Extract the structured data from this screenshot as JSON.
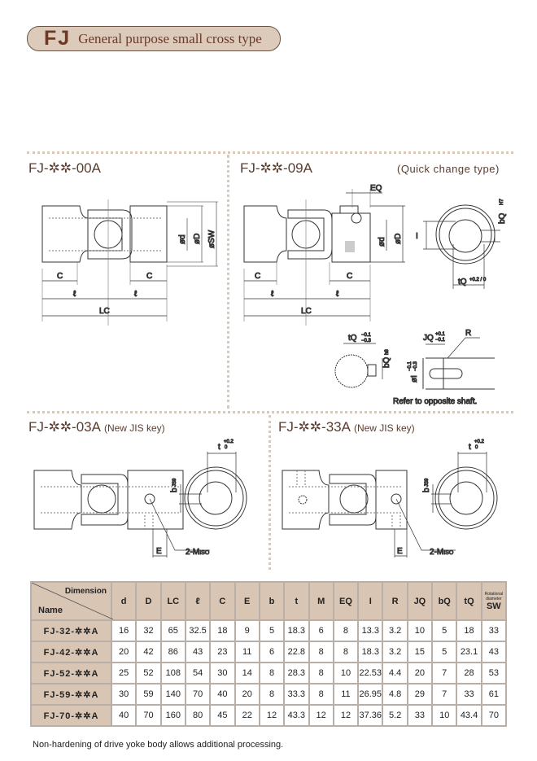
{
  "header": {
    "code": "FJ",
    "subtitle": "General purpose small cross type"
  },
  "sections": {
    "s00": {
      "title": "FJ-✲✲-00A"
    },
    "s09": {
      "title": "FJ-✲✲-09A",
      "note": "(Quick change type)"
    },
    "s03": {
      "title": "FJ-✲✲-03A",
      "note": "(New JIS key)"
    },
    "s33": {
      "title": "FJ-✲✲-33A",
      "note": "(New JIS key)"
    }
  },
  "labels": {
    "C": "C",
    "l": "ℓ",
    "LC": "LC",
    "d": "ød",
    "H7": "H7",
    "D": "øD",
    "SW": "øSW",
    "EQ": "EQ",
    "I": "I",
    "bQ": "bQ",
    "tQ": "tQ",
    "tQtol": "+0.2 / 0",
    "tQb": "tQ",
    "tQbtol_u": "−0.1",
    "tQbtol_l": "−0.3",
    "h8": "h8",
    "JQ": "JQ",
    "JQtol_u": "+0.1",
    "JQtol_l": "−0.1",
    "R": "R",
    "phiI": "øI",
    "ItolU": "−0.1",
    "ItolL": "−0.3",
    "refer": "Refer to opposite shaft.",
    "t": "t",
    "ttolU": "+0.2",
    "ttolL": "0",
    "b": "b",
    "JS9": "JS9",
    "E": "E",
    "M": "2-M",
    "ISO": "ISO",
    "zero": "0",
    "p02": "+0.2"
  },
  "table": {
    "corner_dimension": "Dimension",
    "corner_name": "Name",
    "columns": [
      "d",
      "D",
      "LC",
      "ℓ",
      "C",
      "E",
      "b",
      "t",
      "M",
      "EQ",
      "I",
      "R",
      "JQ",
      "bQ",
      "tQ"
    ],
    "sw_small": "Rotational diameter",
    "sw": "SW",
    "rows": [
      {
        "name": "FJ-32-✲✲A",
        "v": [
          "16",
          "32",
          "65",
          "32.5",
          "18",
          "9",
          "5",
          "18.3",
          "6",
          "8",
          "13.3",
          "3.2",
          "10",
          "5",
          "18",
          "33"
        ]
      },
      {
        "name": "FJ-42-✲✲A",
        "v": [
          "20",
          "42",
          "86",
          "43",
          "23",
          "11",
          "6",
          "22.8",
          "8",
          "8",
          "18.3",
          "3.2",
          "15",
          "5",
          "23.1",
          "43"
        ]
      },
      {
        "name": "FJ-52-✲✲A",
        "v": [
          "25",
          "52",
          "108",
          "54",
          "30",
          "14",
          "8",
          "28.3",
          "8",
          "10",
          "22.53",
          "4.4",
          "20",
          "7",
          "28",
          "53"
        ]
      },
      {
        "name": "FJ-59-✲✲A",
        "v": [
          "30",
          "59",
          "140",
          "70",
          "40",
          "20",
          "8",
          "33.3",
          "8",
          "11",
          "26.95",
          "4.8",
          "29",
          "7",
          "33",
          "61"
        ]
      },
      {
        "name": "FJ-70-✲✲A",
        "v": [
          "40",
          "70",
          "160",
          "80",
          "45",
          "22",
          "12",
          "43.3",
          "12",
          "12",
          "37.36",
          "5.2",
          "33",
          "10",
          "43.4",
          "70"
        ]
      }
    ]
  },
  "footnote": "Non-hardening of drive yoke body allows additional processing."
}
